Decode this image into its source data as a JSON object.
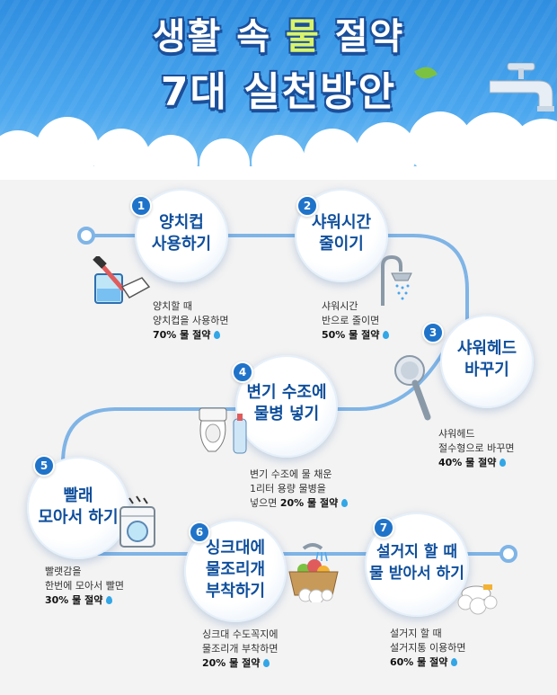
{
  "header": {
    "title_line1_pre": "생활 속 ",
    "title_line1_highlight": "물",
    "title_line1_post": " 절약",
    "title_line2": "7대 실천방안",
    "colors": {
      "sky": "#3a9ae8",
      "title_outline": "#1b4f9a",
      "highlight": "#d9f46a"
    }
  },
  "steps": [
    {
      "number": "1",
      "title_line1": "양치컵",
      "title_line2": "사용하기",
      "desc_line1": "양치할 때",
      "desc_line2": "양치컵을 사용하면",
      "saving": "70% 물 절약",
      "icon": "toothbrush-cup-icon"
    },
    {
      "number": "2",
      "title_line1": "샤워시간",
      "title_line2": "줄이기",
      "desc_line1": "샤워시간",
      "desc_line2": "반으로 줄이면",
      "saving": "50% 물 절약",
      "icon": "shower-icon"
    },
    {
      "number": "3",
      "title_line1": "샤워헤드",
      "title_line2": "바꾸기",
      "desc_line1": "샤워헤드",
      "desc_line2": "절수형으로 바꾸면",
      "saving": "40% 물 절약",
      "icon": "shower-head-icon"
    },
    {
      "number": "4",
      "title_line1": "변기 수조에",
      "title_line2": "물병 넣기",
      "desc_line1": "변기 수조에 물 채운",
      "desc_line2": "1리터 용량 물병을",
      "desc_line3_pre": "넣으면 ",
      "saving": "20% 물 절약",
      "icon": "toilet-bottle-icon"
    },
    {
      "number": "5",
      "title_line1": "빨래",
      "title_line2": "모아서 하기",
      "desc_line1": "빨랫감을",
      "desc_line2": "한번에 모아서 빨면",
      "saving": "30% 물 절약",
      "icon": "washing-machine-icon"
    },
    {
      "number": "6",
      "title_line1": "싱크대에",
      "title_line2": "물조리개",
      "title_line3": "부착하기",
      "desc_line1": "싱크대 수도꼭지에",
      "desc_line2": "물조리개 부착하면",
      "saving": "20% 물 절약",
      "icon": "sink-vegetables-icon"
    },
    {
      "number": "7",
      "title_line1": "설거지 할 때",
      "title_line2": "물 받아서 하기",
      "desc_line1": "설거지 할 때",
      "desc_line2": "설거지통 이용하면",
      "saving": "60% 물 절약",
      "icon": "dish-tub-icon"
    }
  ],
  "colors": {
    "step_title": "#0f4f9c",
    "badge": "#1f73c9",
    "path": "#7fb4e6",
    "drop": "#32a6e6"
  }
}
